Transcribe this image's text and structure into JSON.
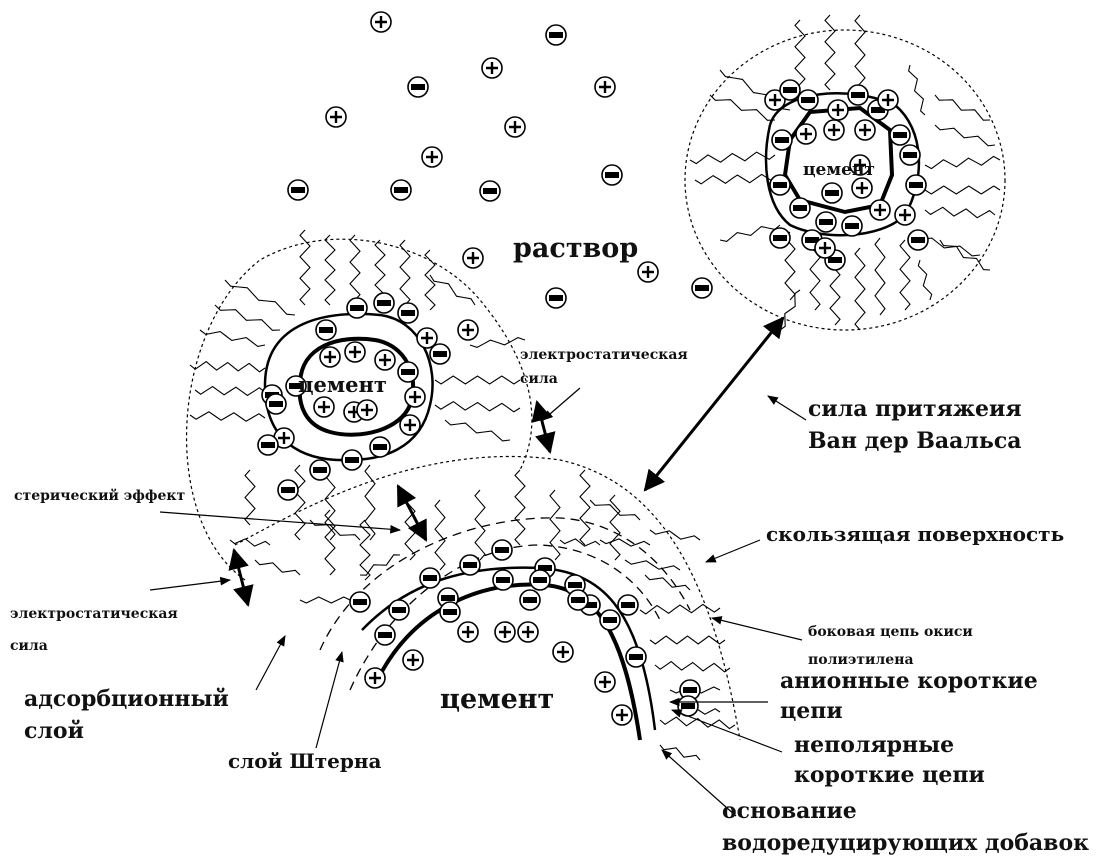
{
  "labels": {
    "solution": "раствор",
    "cement_small_left": "цемент",
    "cement_small_right": "цемент",
    "cement_large": "цемент",
    "electrostatic_top": "электростатическая",
    "electrostatic_top_2": "сила",
    "vdw_1": "сила притяжеия",
    "vdw_2": "Ван дер Ваальса",
    "steric": "стерический эффект",
    "sliding": "скользящая поверхность",
    "electrostatic_left": "электростатическая",
    "electrostatic_left_2": "сила",
    "side_chain_1": "боковая цепь окиси",
    "side_chain_2": "полиэтилена",
    "anionic_1": "анионные короткие",
    "anionic_2": "цепи",
    "adsorption_1": "адсорбционный",
    "adsorption_2": "слой",
    "stern": "слой Штерна",
    "nonpolar_1": "неполярные",
    "nonpolar_2": "короткие цепи",
    "base_1": "основание",
    "base_2": "водоредуцирующих добавок"
  },
  "icons": {
    "positive_ion": "+",
    "negative_ion": "−"
  }
}
